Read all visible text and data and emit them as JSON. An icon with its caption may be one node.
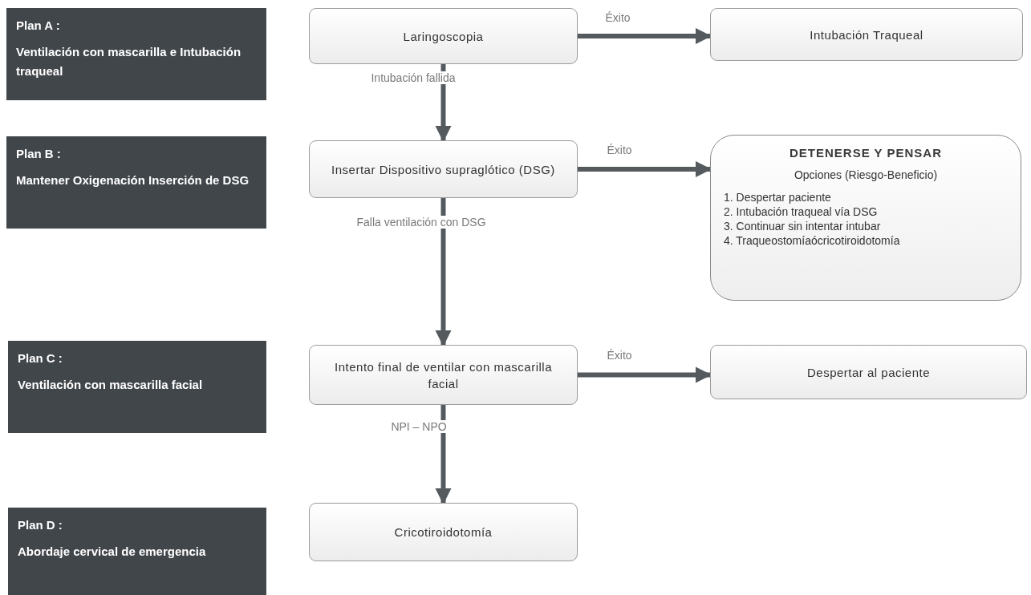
{
  "diagram": {
    "nodes": [
      {
        "text": [
          "Plan A :",
          "Ventilación con mascarilla e Intubación traqueal"
        ]
      },
      {
        "text": [
          "Laringoscopia"
        ]
      },
      {
        "text": [
          "Intubación Traqueal"
        ]
      },
      {
        "text": [
          "Plan B :",
          "Mantener Oxigenación Inserción de DSG"
        ]
      },
      {
        "text": [
          "Insertar Dispositivo supraglótico (DSG)"
        ]
      },
      {
        "text": [
          "DETENERSE Y PENSAR",
          "Opciones (Riesgo-Beneficio)",
          "1. Despertar paciente",
          "2. Intubación traqueal vía DSG",
          "3. Continuar sin intentar intubar",
          "4. Traqueostomíaócricotiroidotomía"
        ]
      },
      {
        "text": [
          "Plan C :",
          "Ventilación con mascarilla facial"
        ]
      },
      {
        "text": [
          "Intento final de ventilar con mascarilla facial"
        ]
      },
      {
        "text": [
          "Despertar al paciente"
        ]
      },
      {
        "text": [
          "Plan D :",
          "Abordaje cervical de emergencia"
        ]
      },
      {
        "text": [
          "Cricotiroidotomía"
        ]
      }
    ],
    "edges": [
      {
        "from": 1,
        "to": 2,
        "arrow": "to",
        "label": "Éxito"
      },
      {
        "from": 1,
        "to": 4,
        "arrow": "to",
        "label": "Intubación fallida"
      },
      {
        "from": 4,
        "to": 5,
        "arrow": "to",
        "label": "Éxito"
      },
      {
        "from": 4,
        "to": 7,
        "arrow": "to",
        "label": "Falla ventilación con DSG"
      },
      {
        "from": 7,
        "to": 8,
        "arrow": "to",
        "label": "Éxito"
      },
      {
        "from": 7,
        "to": 10,
        "arrow": "to",
        "label": "NPI – NPO"
      }
    ]
  }
}
